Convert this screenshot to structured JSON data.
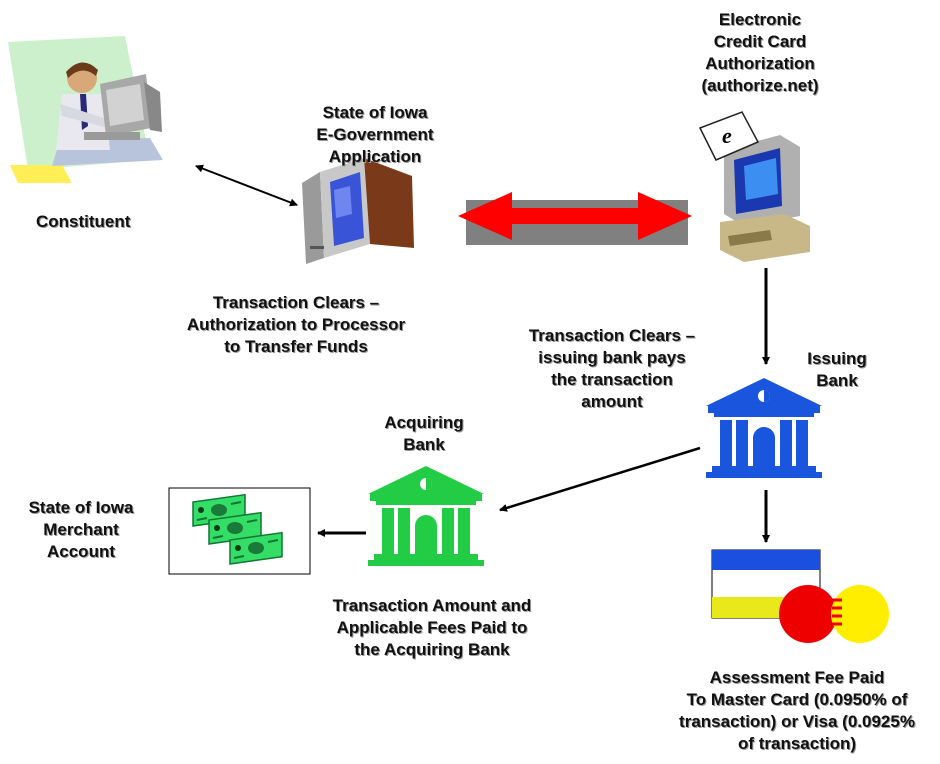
{
  "colors": {
    "exchange_arrow": "#ff0000",
    "exchange_band": "#808080",
    "acquiring_bank": "#22cc44",
    "issuing_bank": "#1a55dd",
    "card_blue": "#1a4fe0",
    "card_yellow": "#e8e81a",
    "mastercard_red": "#ee0000",
    "mastercard_yellow": "#ffee00",
    "money_green": "#33dd66"
  },
  "icons": [
    "person-at-computer-icon",
    "computer-icon",
    "credit-card-terminal-icon",
    "bank-building-icon",
    "cash-bills-icon",
    "credit-cards-icon"
  ],
  "labels": {
    "constituent": "Constituent",
    "state_app": [
      "State of Iowa",
      "E-Government",
      "Application"
    ],
    "authorization": [
      "Electronic",
      "Credit Card",
      "Authorization",
      "(authorize.net)"
    ],
    "clears_processor": [
      "Transaction Clears –",
      "Authorization to Processor",
      "to Transfer Funds"
    ],
    "clears_issuing": [
      "Transaction Clears –",
      "issuing bank pays",
      "the transaction",
      "amount"
    ],
    "issuing_bank": [
      "Issuing",
      "Bank"
    ],
    "acquiring_bank": [
      "Acquiring",
      "Bank"
    ],
    "merchant_account": [
      "State of Iowa",
      "Merchant",
      "Account"
    ],
    "fees_paid": [
      "Transaction Amount and",
      "Applicable Fees Paid to",
      "the Acquiring Bank"
    ],
    "assessment": [
      "Assessment Fee Paid",
      "To Master Card (0.0950% of",
      "transaction) or Visa (0.0925%",
      "of transaction)"
    ],
    "card_letter": "e"
  }
}
